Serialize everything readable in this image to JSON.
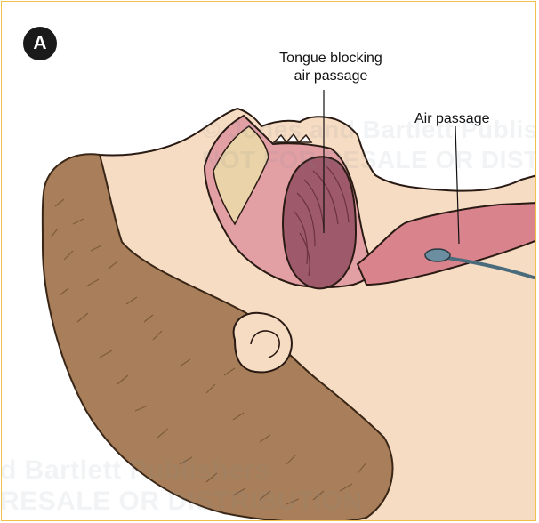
{
  "figure": {
    "panel_letter": "A",
    "labels": {
      "tongue_line1": "Tongue blocking",
      "tongue_line2": "air passage",
      "air_passage": "Air passage"
    },
    "watermark": {
      "line1": "© Jones and Bartlett Publishers",
      "line2": "NOT FOR RESALE OR DISTRIBUTION",
      "line3": "d Bartlett Publishers",
      "line4": "RESALE OR DISTRIBUTION"
    },
    "colors": {
      "frame_border": "#f1c24a",
      "skin": "#f6dcc2",
      "hair": "#a87f5a",
      "airway": "#d9848c",
      "tongue": "#9e5a6a",
      "tube": "#4a6b7c"
    }
  }
}
